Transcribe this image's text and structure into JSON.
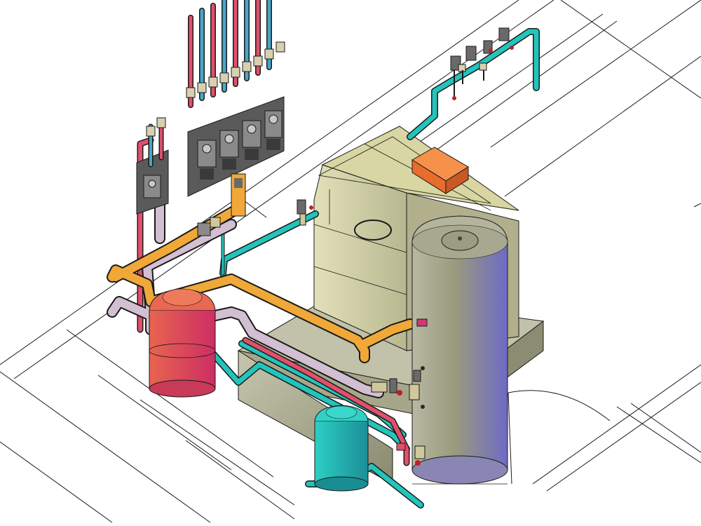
{
  "view": {
    "type": "isometric boiler room piping model",
    "background": "#ffffff",
    "line_color": "#1a1a1a"
  },
  "palette": {
    "supply_pipe": "#f0a838",
    "return_pipe": "#c9b4cc",
    "cold_water_pipe": "#22c4bc",
    "hot_water_pipe": "#e0506a",
    "riser_blue": "#4aa6c8",
    "boiler_body": "#dedcb0",
    "boiler_top": "#cfcf8e",
    "burner_box": "#f07a38",
    "plinth": "#b8b8a0",
    "cylinder_light": "#c0c0a8",
    "cylinder_dark": "#7a76c8",
    "expansion_vessel_red": "#e0504a",
    "expansion_vessel_teal": "#20b8b0",
    "valve_metal": "#4a4a4a"
  },
  "components": [
    {
      "id": "boiler",
      "icon": "boiler-icon"
    },
    {
      "id": "burner",
      "icon": "burner-icon"
    },
    {
      "id": "hot-water-cylinder",
      "icon": "cylinder-icon"
    },
    {
      "id": "heating-expansion-vessel",
      "icon": "expansion-vessel-icon"
    },
    {
      "id": "dhw-expansion-vessel",
      "icon": "expansion-vessel-icon"
    },
    {
      "id": "pump-manifold",
      "icon": "manifold-icon"
    },
    {
      "id": "gas-meter-assembly",
      "icon": "valve-icon"
    }
  ]
}
